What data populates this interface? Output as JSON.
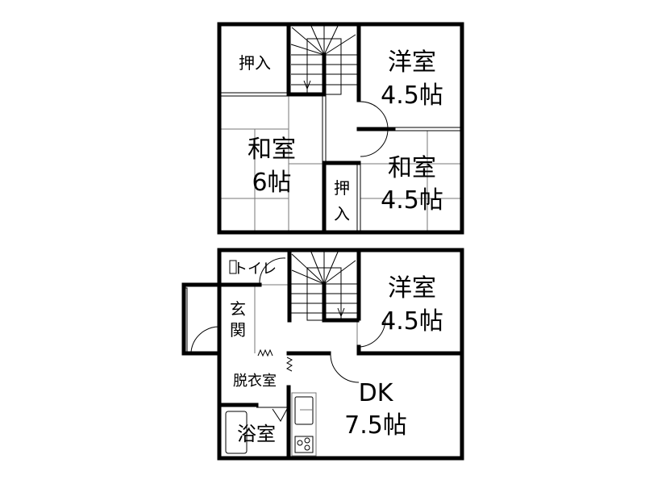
{
  "floor2": {
    "closet_left": "押入",
    "western_room": {
      "name": "洋室",
      "size": "4.5帖"
    },
    "japanese_room_large": {
      "name": "和室",
      "size": "6帖"
    },
    "japanese_room_small": {
      "name": "和室",
      "size": "4.5帖"
    },
    "closet_small_top": "押",
    "closet_small_bottom": "入"
  },
  "floor1": {
    "toilet": "トイレ",
    "entrance_top": "玄",
    "entrance_bottom": "関",
    "western_room": {
      "name": "洋室",
      "size": "4.5帖"
    },
    "dressing_room": "脱衣室",
    "bathroom": "浴室",
    "dk": {
      "name": "DK",
      "size": "7.5帖"
    }
  }
}
